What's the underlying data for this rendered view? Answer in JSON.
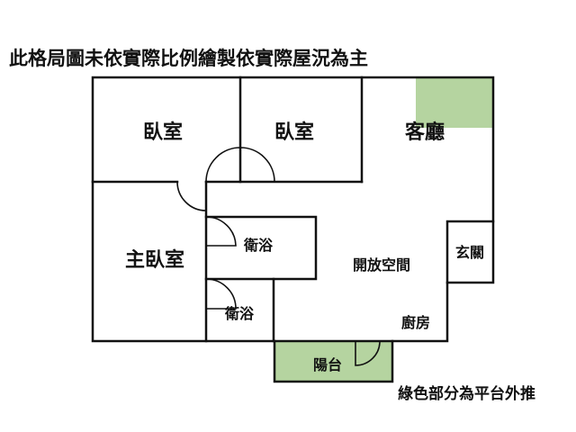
{
  "header": {
    "disclaimer": "此格局圖未依實際比例繪製依實際屋況為主"
  },
  "footer": {
    "legend_note": "綠色部分為平台外推"
  },
  "colors": {
    "extension_green": "#b5d4a0",
    "wall": "#111111",
    "background": "#ffffff"
  },
  "rooms": {
    "bedroom_1": "臥室",
    "bedroom_2": "臥室",
    "living_room": "客廳",
    "master_bedroom": "主臥室",
    "bathroom_1": "衛浴",
    "bathroom_2": "衛浴",
    "open_space": "開放空間",
    "entrance": "玄關",
    "kitchen": "廚房",
    "balcony": "陽台"
  }
}
